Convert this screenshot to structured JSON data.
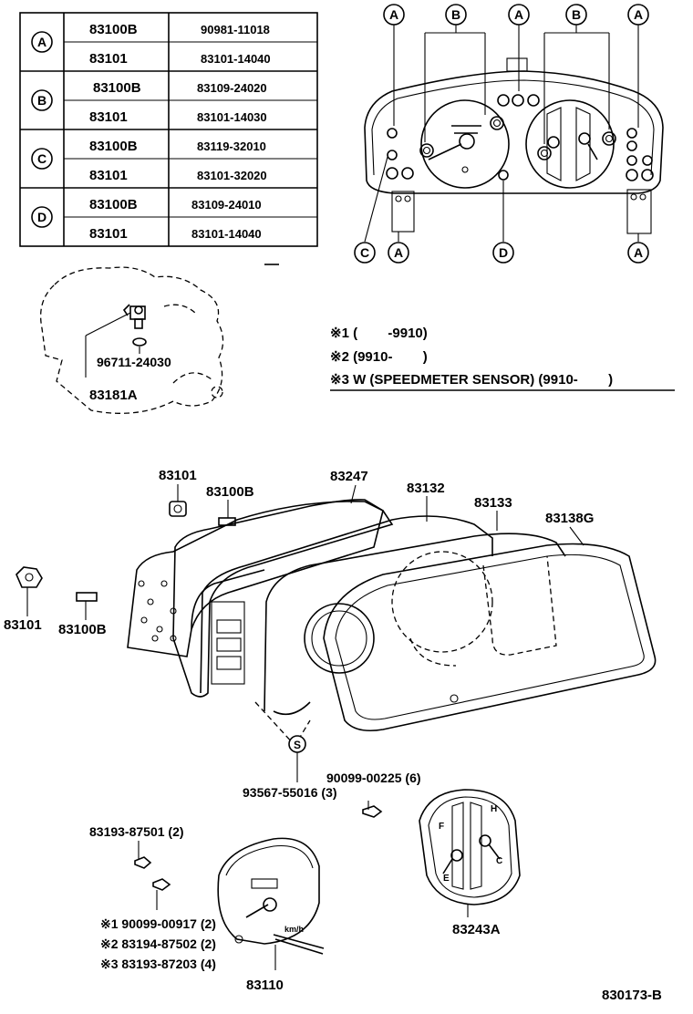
{
  "table": {
    "rows": [
      {
        "group": "A",
        "lines": [
          {
            "part": "83100B",
            "number": "90981-11018"
          },
          {
            "part": "83101",
            "number": "83101-14040"
          }
        ]
      },
      {
        "group": "B",
        "lines": [
          {
            "part": "83100B",
            "number": "83109-24020"
          },
          {
            "part": "83101",
            "number": "83101-14030"
          }
        ]
      },
      {
        "group": "C",
        "lines": [
          {
            "part": "83100B",
            "number": "83119-32010"
          },
          {
            "part": "83101",
            "number": "83101-32020"
          }
        ]
      },
      {
        "group": "D",
        "lines": [
          {
            "part": "83100B",
            "number": "83109-24010"
          },
          {
            "part": "83101",
            "number": "83101-14040"
          }
        ]
      }
    ]
  },
  "cluster_callouts": {
    "top": [
      "A",
      "B",
      "A",
      "B",
      "A"
    ],
    "bottom": [
      "C",
      "A",
      "D",
      "A"
    ]
  },
  "notes": {
    "n1": "※1 (        -9910)",
    "n2": "※2 (9910-        )",
    "n3": "※3 W (SPEEDMETER SENSOR) (9910-        )"
  },
  "sensor": {
    "part_number": "96711-24030",
    "label": "83181A"
  },
  "exploded_labels": {
    "bulb_socket_top": "83101",
    "bulb_top": "83100B",
    "case": "83247",
    "plate": "83132",
    "lens": "83133",
    "glass": "83138G",
    "bulb_socket_left": "83101",
    "bulb_left": "83100B",
    "s_marker": "S",
    "screw_s": "93567-55016 (3)",
    "screw_6": "90099-00225 (6)",
    "screw_2a": "83193-87501 (2)",
    "ref1": "※1 90099-00917 (2)",
    "ref2": "※2 83194-87502 (2)",
    "ref3": "※3 83193-87203 (4)",
    "speedometer": "83110",
    "gauge": "83243A",
    "speedo_unit": "km/h",
    "gauge_marks": [
      "F",
      "E",
      "H",
      "C"
    ]
  },
  "figure_code": "830173-B"
}
